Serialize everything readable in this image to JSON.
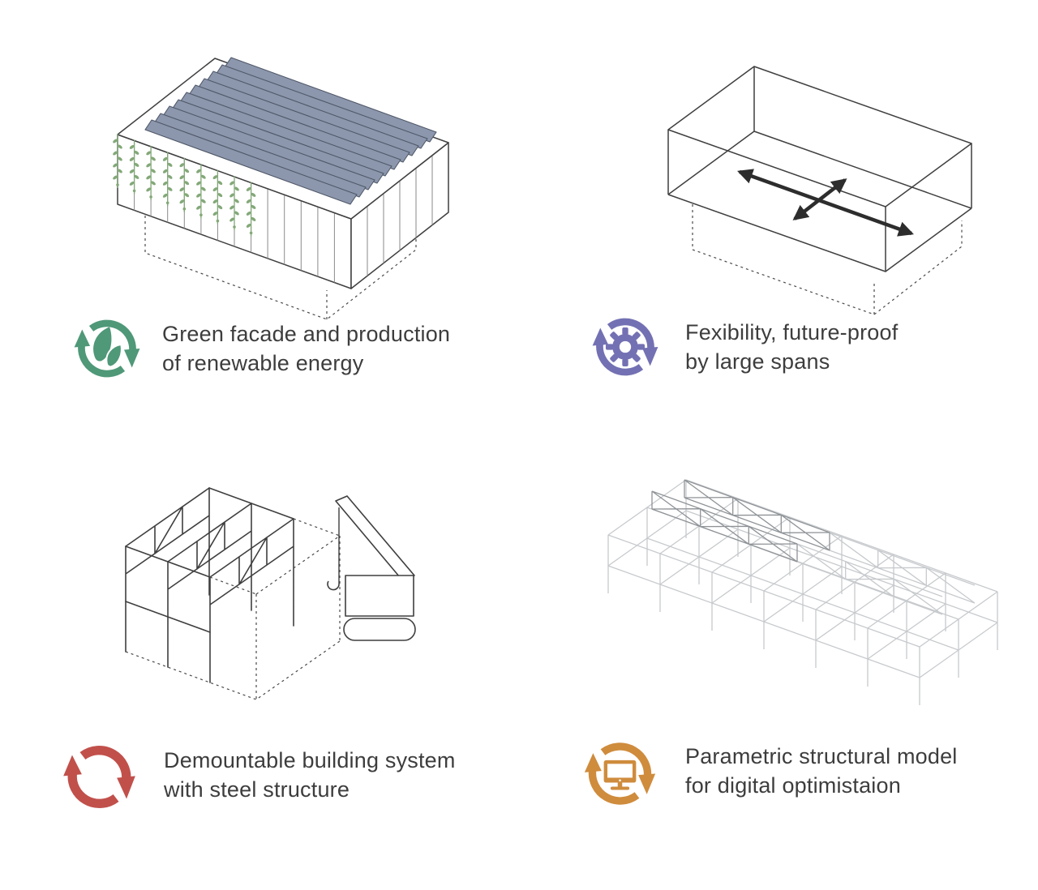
{
  "canvas": {
    "background": "#ffffff"
  },
  "text_color": "#3d3d3d",
  "features": [
    {
      "line1": "Green facade and production",
      "line2": "of renewable energy",
      "icon": "leaves-recycle-icon",
      "accent": "#4f9878"
    },
    {
      "line1": "Fexibility, future-proof",
      "line2": "by large spans",
      "icon": "gear-recycle-icon",
      "accent": "#7371b3"
    },
    {
      "line1": "Demountable building system",
      "line2": "with steel structure",
      "icon": "recycle-arrows-icon",
      "accent": "#c1504b"
    },
    {
      "line1": "Parametric structural model",
      "line2": "for digital optimistaion",
      "icon": "monitor-recycle-icon",
      "accent": "#cf8c3d"
    }
  ],
  "illustrations": {
    "solar_building": {
      "panel_color": "#8c97ad",
      "vine_color": "#83a878",
      "ink": "#3f3f3f"
    },
    "flexibility_box": {
      "arrow_color": "#2d2d2d",
      "ink": "#3f3f3f"
    },
    "demountable_frame": {
      "ink": "#3f3f3f"
    },
    "parametric_model": {
      "wire_color": "#c7cacd",
      "truss_color": "#8f9397"
    }
  }
}
